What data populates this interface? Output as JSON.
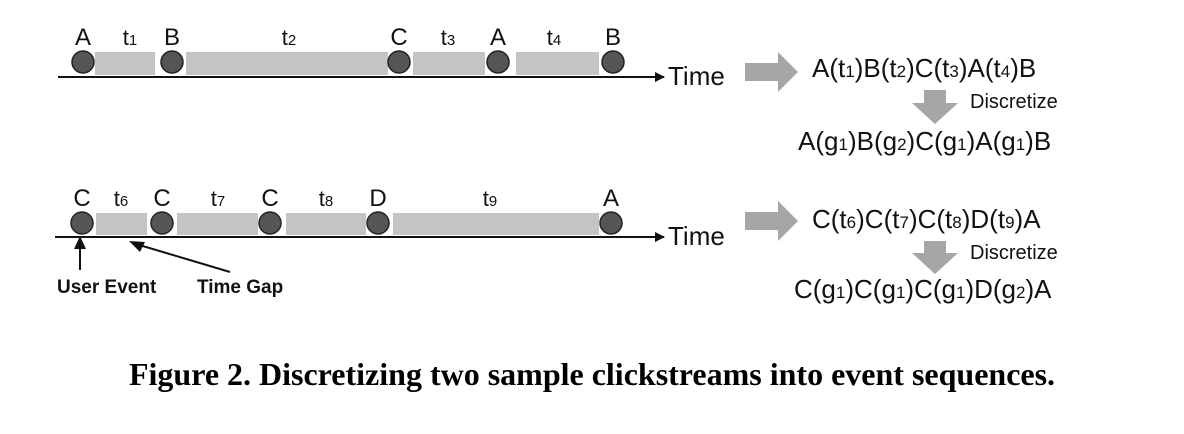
{
  "streams": [
    {
      "events": [
        "A",
        "B",
        "C",
        "A",
        "B"
      ],
      "gaps": [
        {
          "base": "t",
          "sub": "1"
        },
        {
          "base": "t",
          "sub": "2"
        },
        {
          "base": "t",
          "sub": "3"
        },
        {
          "base": "t",
          "sub": "4"
        }
      ],
      "axis_label": "Time",
      "sequence": [
        {
          "t": "A(t"
        },
        {
          "s": "1"
        },
        {
          "t": ")B(t"
        },
        {
          "s": "2"
        },
        {
          "t": ")C(t"
        },
        {
          "s": "3"
        },
        {
          "t": ")A(t"
        },
        {
          "s": "4"
        },
        {
          "t": ")B"
        }
      ],
      "discretize_label": "Discretize",
      "discretized": [
        {
          "t": "A(g"
        },
        {
          "s": "1"
        },
        {
          "t": ")B(g"
        },
        {
          "s": "2"
        },
        {
          "t": ")C(g"
        },
        {
          "s": "1"
        },
        {
          "t": ")A(g"
        },
        {
          "s": "1"
        },
        {
          "t": ")B"
        }
      ]
    },
    {
      "events": [
        "C",
        "C",
        "C",
        "D",
        "A"
      ],
      "gaps": [
        {
          "base": "t",
          "sub": "6"
        },
        {
          "base": "t",
          "sub": "7"
        },
        {
          "base": "t",
          "sub": "8"
        },
        {
          "base": "t",
          "sub": "9"
        }
      ],
      "axis_label": "Time",
      "sequence": [
        {
          "t": "C(t"
        },
        {
          "s": "6"
        },
        {
          "t": ")C(t"
        },
        {
          "s": "7"
        },
        {
          "t": ")C(t"
        },
        {
          "s": "8"
        },
        {
          "t": ")D(t"
        },
        {
          "s": "9"
        },
        {
          "t": ")A"
        }
      ],
      "discretize_label": "Discretize",
      "discretized": [
        {
          "t": "C(g"
        },
        {
          "s": "1"
        },
        {
          "t": ")C(g"
        },
        {
          "s": "1"
        },
        {
          "t": ")C(g"
        },
        {
          "s": "1"
        },
        {
          "t": ")D(g"
        },
        {
          "s": "2"
        },
        {
          "t": ")A"
        }
      ]
    }
  ],
  "annotations": {
    "user_event": "User Event",
    "time_gap": "Time Gap"
  },
  "caption": "Figure 2. Discretizing two sample clickstreams into event sequences.",
  "colors": {
    "event_dot": "#555555",
    "gap_bar": "#c4c4c4",
    "arrow": "#a6a6a6",
    "line": "#111111"
  }
}
